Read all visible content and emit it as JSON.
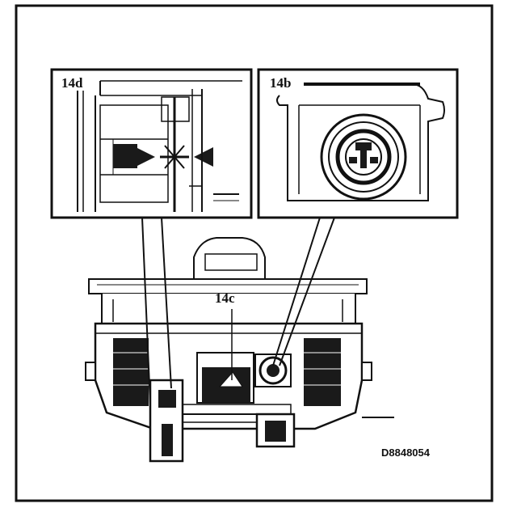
{
  "labels": {
    "inset_left": "14d",
    "inset_right": "14b",
    "center": "14c"
  },
  "figure_code": "D8848054",
  "colors": {
    "ink": "#111111",
    "paper": "#ffffff",
    "fill_dark": "#1a1a1a"
  }
}
